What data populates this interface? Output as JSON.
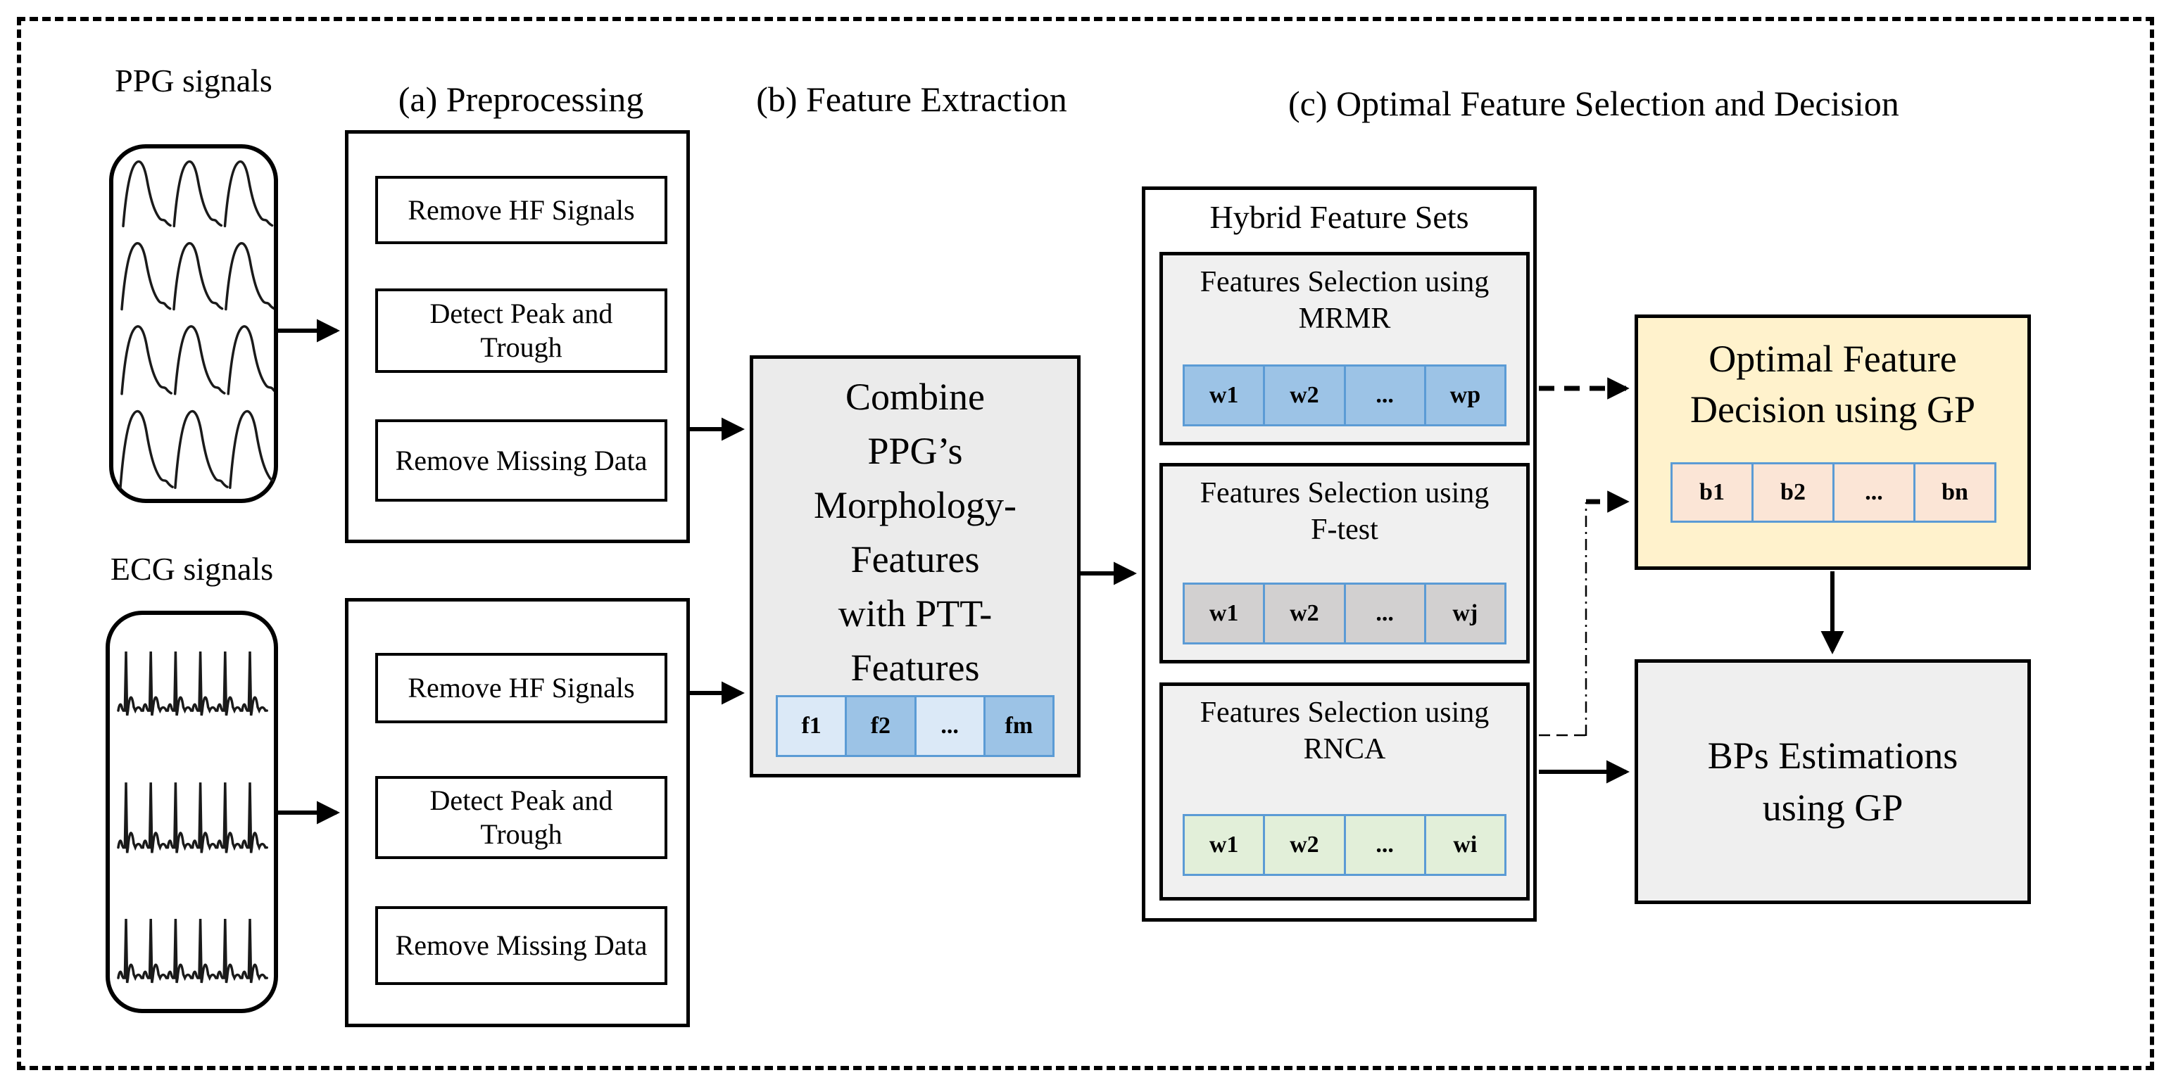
{
  "sections": {
    "a": "(a) Preprocessing",
    "b": "(b) Feature Extraction",
    "c": "(c) Optimal Feature Selection and Decision"
  },
  "sources": {
    "ppg": "PPG signals",
    "ecg": "ECG signals"
  },
  "preprocessing": {
    "steps": [
      "Remove HF Signals",
      "Detect Peak and Trough",
      "Remove Missing Data"
    ]
  },
  "feature_extraction": {
    "title_lines": [
      "Combine",
      "PPG’s",
      "Morphology-",
      "Features",
      "with PTT-",
      "Features"
    ],
    "cells": [
      "f1",
      "f2",
      "...",
      "fm"
    ]
  },
  "hybrid": {
    "title": "Hybrid Feature Sets",
    "selectors": [
      {
        "title_lines": [
          "Features Selection using",
          "MRMR"
        ],
        "cells": [
          "w1",
          "w2",
          "...",
          "wp"
        ]
      },
      {
        "title_lines": [
          "Features Selection using",
          "F-test"
        ],
        "cells": [
          "w1",
          "w2",
          "...",
          "wj"
        ]
      },
      {
        "title_lines": [
          "Features Selection using",
          "RNCA"
        ],
        "cells": [
          "w1",
          "w2",
          "...",
          "wi"
        ]
      }
    ]
  },
  "decision": {
    "title_lines": [
      "Optimal Feature",
      "Decision using GP"
    ],
    "cells": [
      "b1",
      "b2",
      "...",
      "bn"
    ]
  },
  "estimation": {
    "title_lines": [
      "BPs Estimations",
      "using GP"
    ]
  },
  "colors": {
    "cell_border_blue": "#5b9bd5",
    "cell_light_blue": "#dbe9f7",
    "cell_medium_blue": "#9cc3e6",
    "cell_gray": "#d2d0d0",
    "cell_green": "#e2efd9",
    "cell_peach": "#fbe5d6",
    "decision_box_yellow": "#fff2cc",
    "panel_gray": "#ebebeb"
  }
}
